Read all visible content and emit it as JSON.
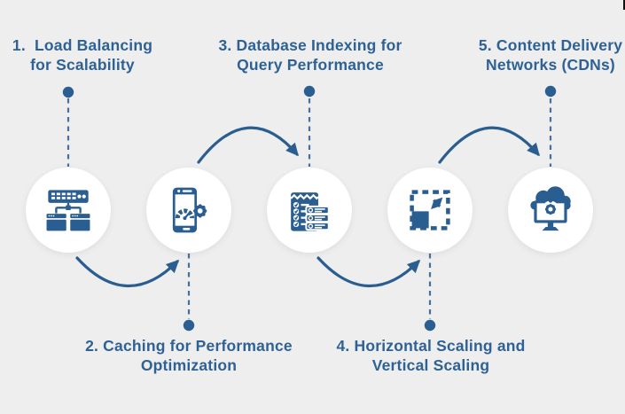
{
  "colors": {
    "background": "#eeeeef",
    "primary": "#2b5e90",
    "text": "#2e6194",
    "circle": "#ffffff"
  },
  "steps": [
    {
      "number": "1.",
      "lines": [
        "1.  Load Balancing",
        "for Scalability"
      ],
      "position": "top",
      "icon": "load-balancer-icon"
    },
    {
      "number": "2.",
      "lines": [
        "2. Caching for Performance",
        "Optimization"
      ],
      "position": "bottom",
      "icon": "performance-gauge-phone-icon"
    },
    {
      "number": "3.",
      "lines": [
        "3. Database Indexing for",
        "Query Performance"
      ],
      "position": "top",
      "icon": "indexed-checklist-database-icon"
    },
    {
      "number": "4.",
      "lines": [
        "4. Horizontal Scaling and",
        "Vertical Scaling"
      ],
      "position": "bottom",
      "icon": "scale-expand-icon"
    },
    {
      "number": "5.",
      "lines": [
        "5. Content Delivery",
        "Networks (CDNs)"
      ],
      "position": "top",
      "icon": "cdn-cloud-monitor-icon"
    }
  ]
}
